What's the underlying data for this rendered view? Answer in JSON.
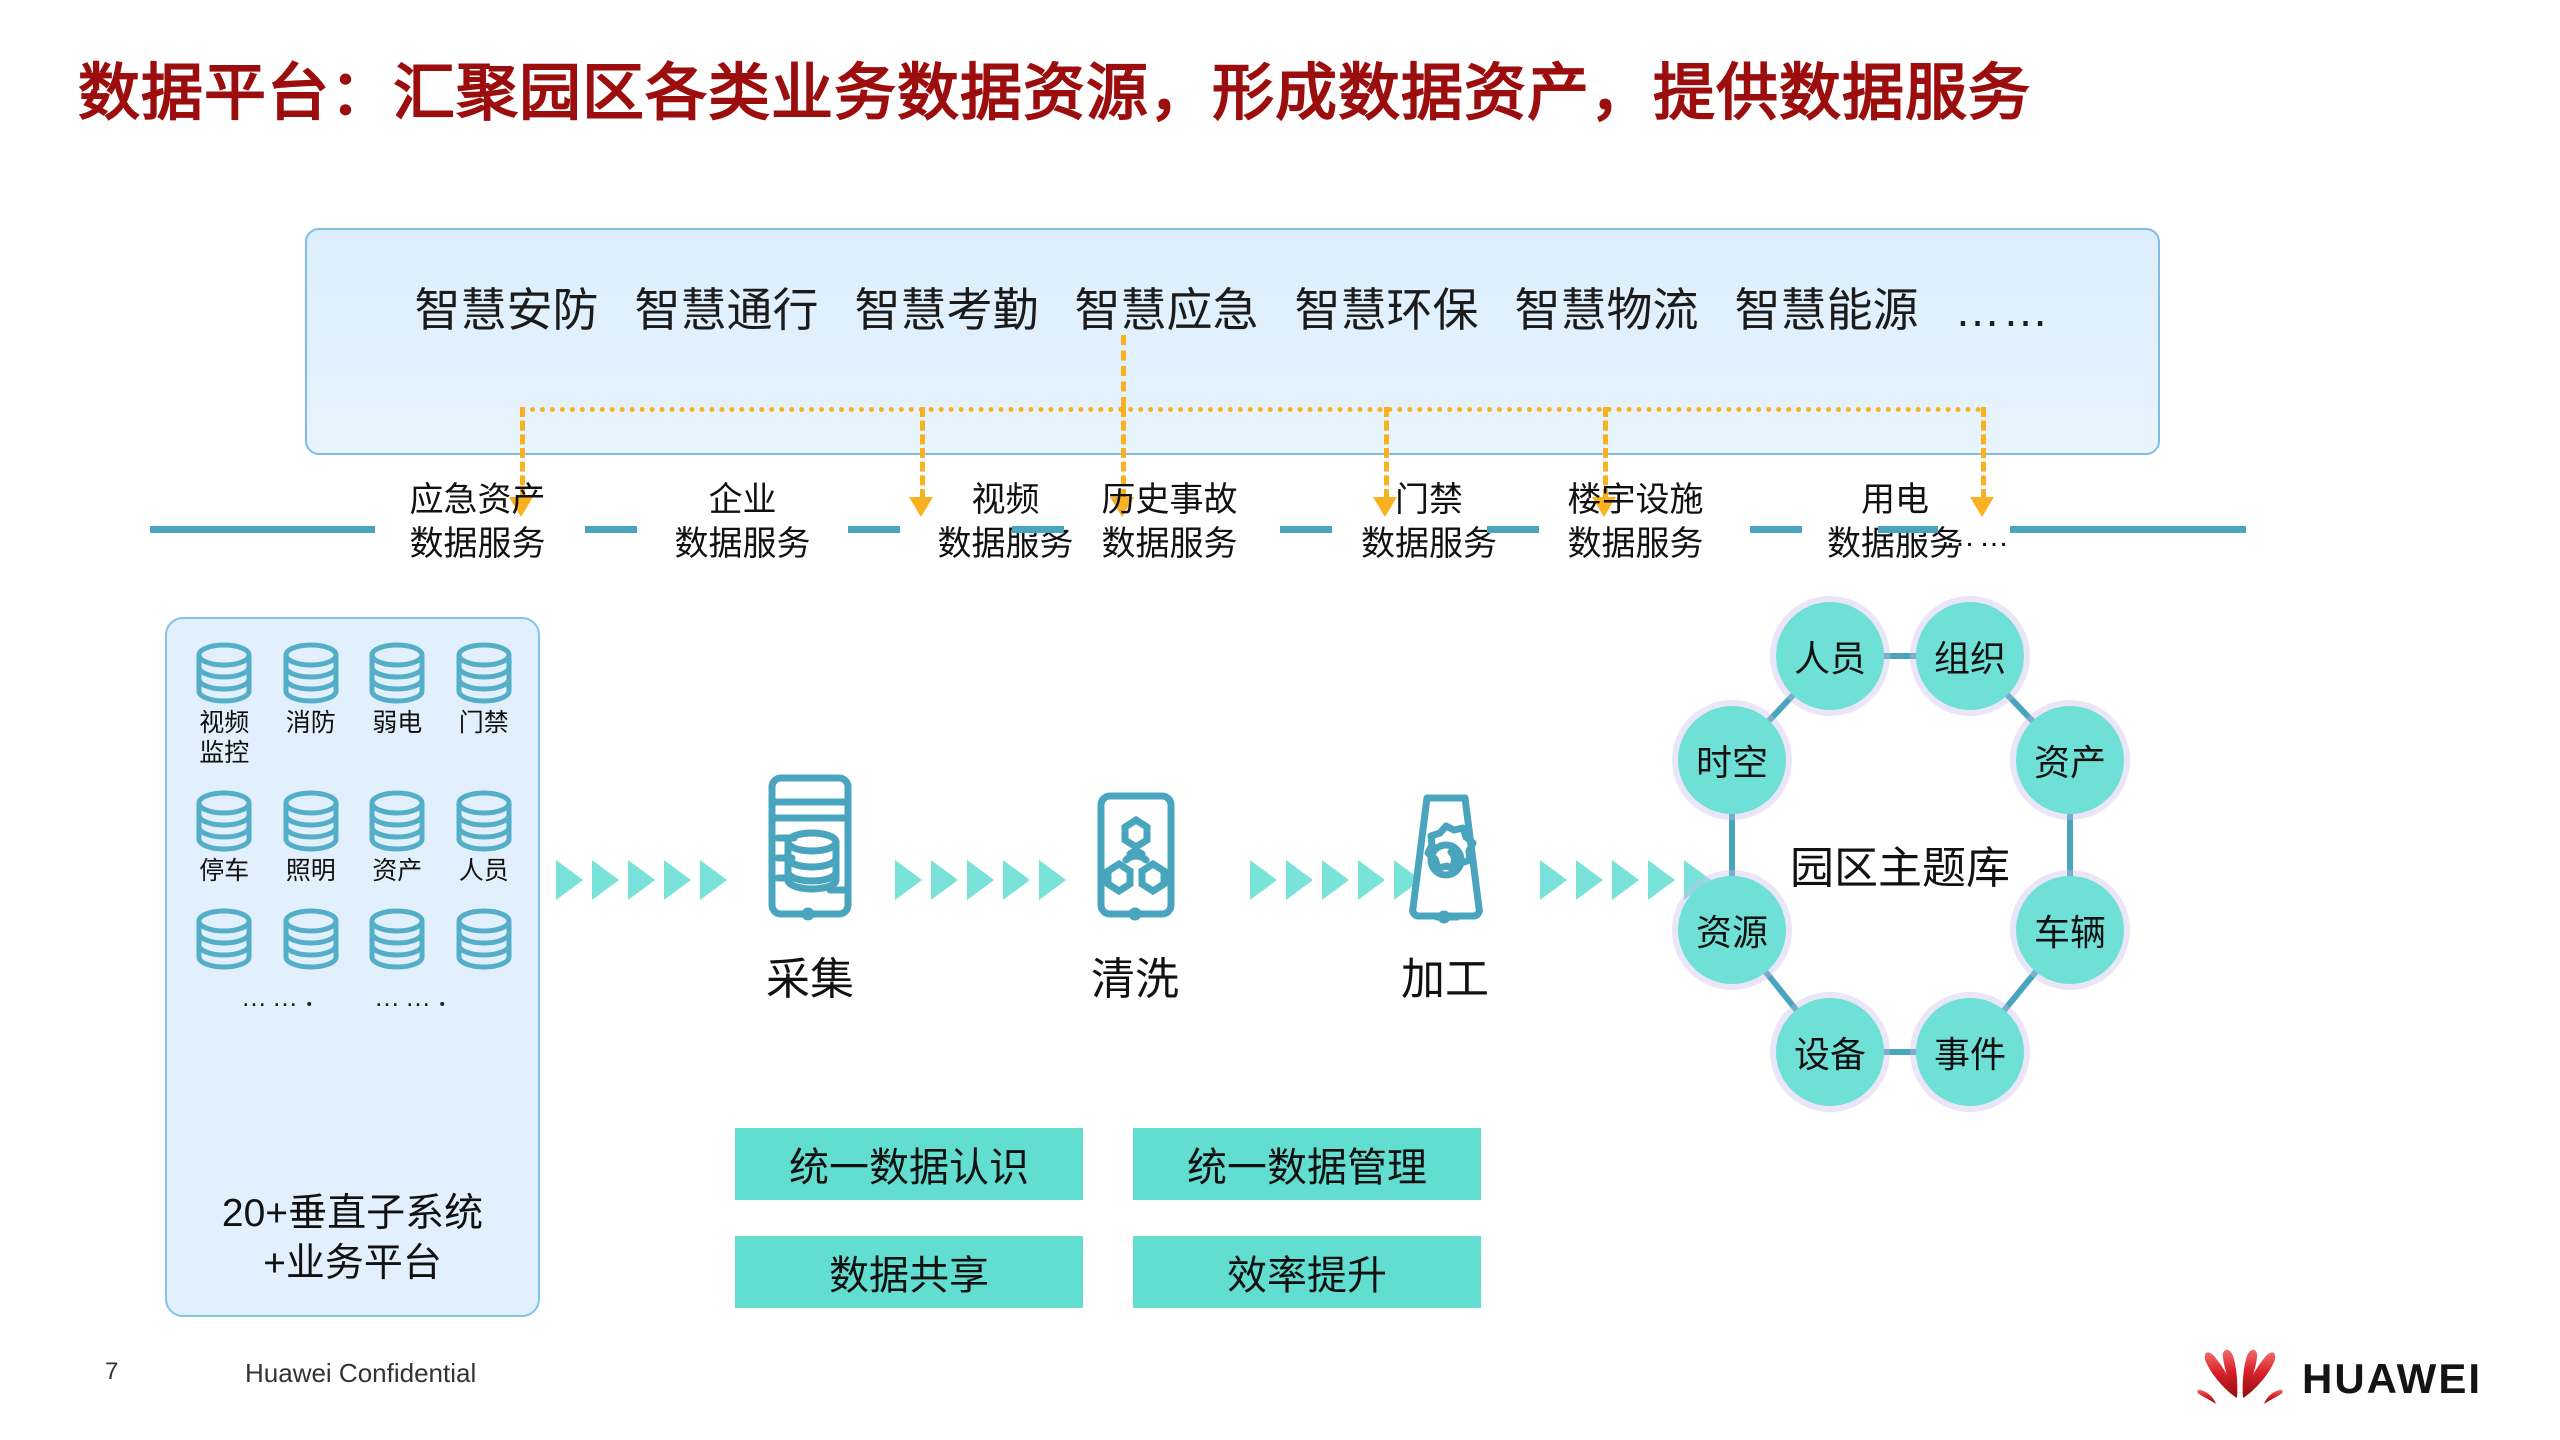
{
  "title": "数据平台：汇聚园区各类业务数据资源，形成数据资产，提供数据服务",
  "colors": {
    "title_red": "#9c0d0d",
    "panel_blue_bg": "#e1f0fc",
    "panel_blue_border": "#84c2ec",
    "service_line_teal": "#49a4bd",
    "arrow_mint": "#79e3d9",
    "node_teal": "#6fe0d6",
    "box_teal": "#62ded0",
    "connector_orange": "#f9b021",
    "db_icon_teal": "#55aec8"
  },
  "top_applications": {
    "items": [
      "智慧安防",
      "智慧通行",
      "智慧考勤",
      "智慧应急",
      "智慧环保",
      "智慧物流",
      "智慧能源"
    ],
    "ellipsis": "……"
  },
  "data_services": {
    "items": [
      {
        "line1": "应急资产",
        "line2": "数据服务"
      },
      {
        "line1": "企业",
        "line2": "数据服务"
      },
      {
        "line1": "视频",
        "line2": "数据服务"
      },
      {
        "line1": "历史事故",
        "line2": "数据服务"
      },
      {
        "line1": "门禁",
        "line2": "数据服务"
      },
      {
        "line1": "楼宇设施",
        "line2": "数据服务"
      },
      {
        "line1": "用电",
        "line2": "数据服务"
      }
    ],
    "ellipsis": "……"
  },
  "source_panel": {
    "rows": [
      [
        {
          "label1": "视频",
          "label2": "监控"
        },
        {
          "label1": "消防",
          "label2": ""
        },
        {
          "label1": "弱电",
          "label2": ""
        },
        {
          "label1": "门禁",
          "label2": ""
        }
      ],
      [
        {
          "label1": "停车",
          "label2": ""
        },
        {
          "label1": "照明",
          "label2": ""
        },
        {
          "label1": "资产",
          "label2": ""
        },
        {
          "label1": "人员",
          "label2": ""
        }
      ],
      [
        {
          "label1": "",
          "label2": ""
        },
        {
          "label1": "",
          "label2": ""
        },
        {
          "label1": "",
          "label2": ""
        },
        {
          "label1": "",
          "label2": ""
        }
      ]
    ],
    "row_dots": [
      "……．",
      "……．"
    ],
    "caption_line1": "20+垂直子系统",
    "caption_line2": "+业务平台"
  },
  "process": {
    "stages": [
      {
        "icon": "collect-icon",
        "label": "采集"
      },
      {
        "icon": "clean-icon",
        "label": "清洗"
      },
      {
        "icon": "process-icon",
        "label": "加工"
      }
    ]
  },
  "theme_library": {
    "center_label": "园区主题库",
    "nodes": [
      "人员",
      "组织",
      "资产",
      "车辆",
      "事件",
      "设备",
      "资源",
      "时空"
    ]
  },
  "benefits": [
    "统一数据认识",
    "统一数据管理",
    "数据共享",
    "效率提升"
  ],
  "footer": {
    "page_number": "7",
    "confidential": "Huawei Confidential",
    "brand": "HUAWEI"
  }
}
